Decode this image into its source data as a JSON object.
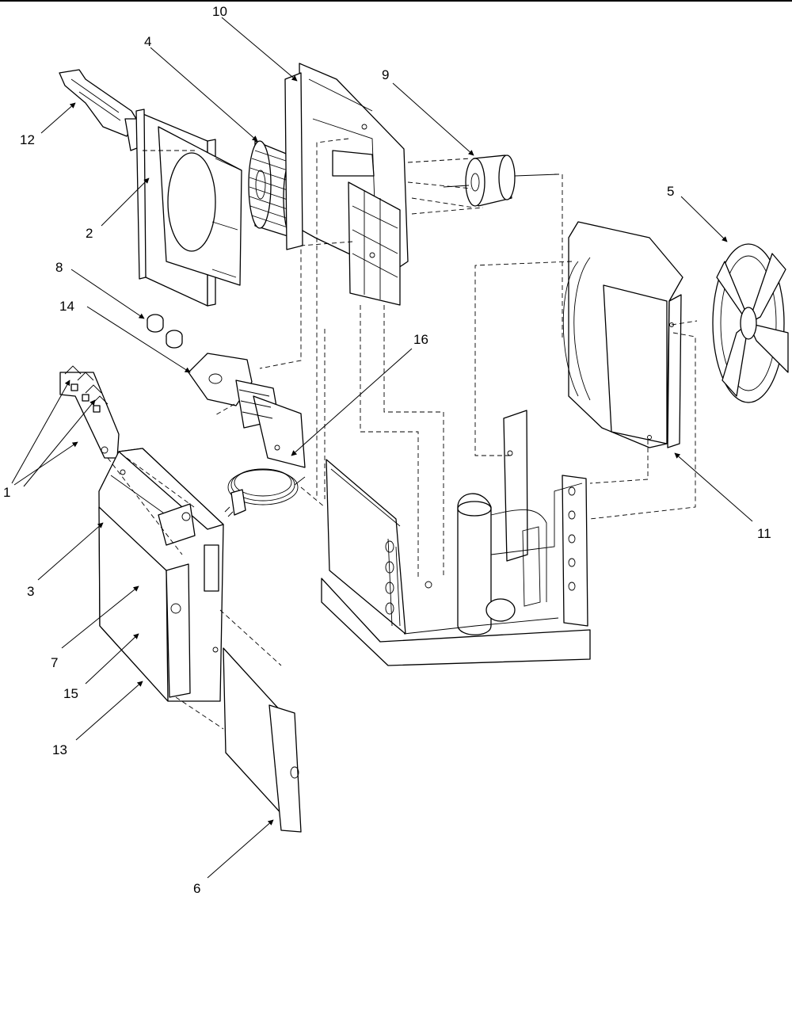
{
  "callouts": [
    {
      "id": "c1",
      "text": "1"
    },
    {
      "id": "c2",
      "text": "2"
    },
    {
      "id": "c3",
      "text": "3"
    },
    {
      "id": "c4",
      "text": "4"
    },
    {
      "id": "c5",
      "text": "5"
    },
    {
      "id": "c6",
      "text": "6"
    },
    {
      "id": "c7",
      "text": "7"
    },
    {
      "id": "c8",
      "text": "8"
    },
    {
      "id": "c9",
      "text": "9"
    },
    {
      "id": "c10",
      "text": "10"
    },
    {
      "id": "c11",
      "text": "11"
    },
    {
      "id": "c12",
      "text": "12"
    },
    {
      "id": "c13",
      "text": "13"
    },
    {
      "id": "c14",
      "text": "14"
    },
    {
      "id": "c15",
      "text": "15"
    },
    {
      "id": "c16",
      "text": "16"
    }
  ],
  "colors": {
    "line": "#000000",
    "background": "#ffffff",
    "shade": "#d8d8d8"
  }
}
